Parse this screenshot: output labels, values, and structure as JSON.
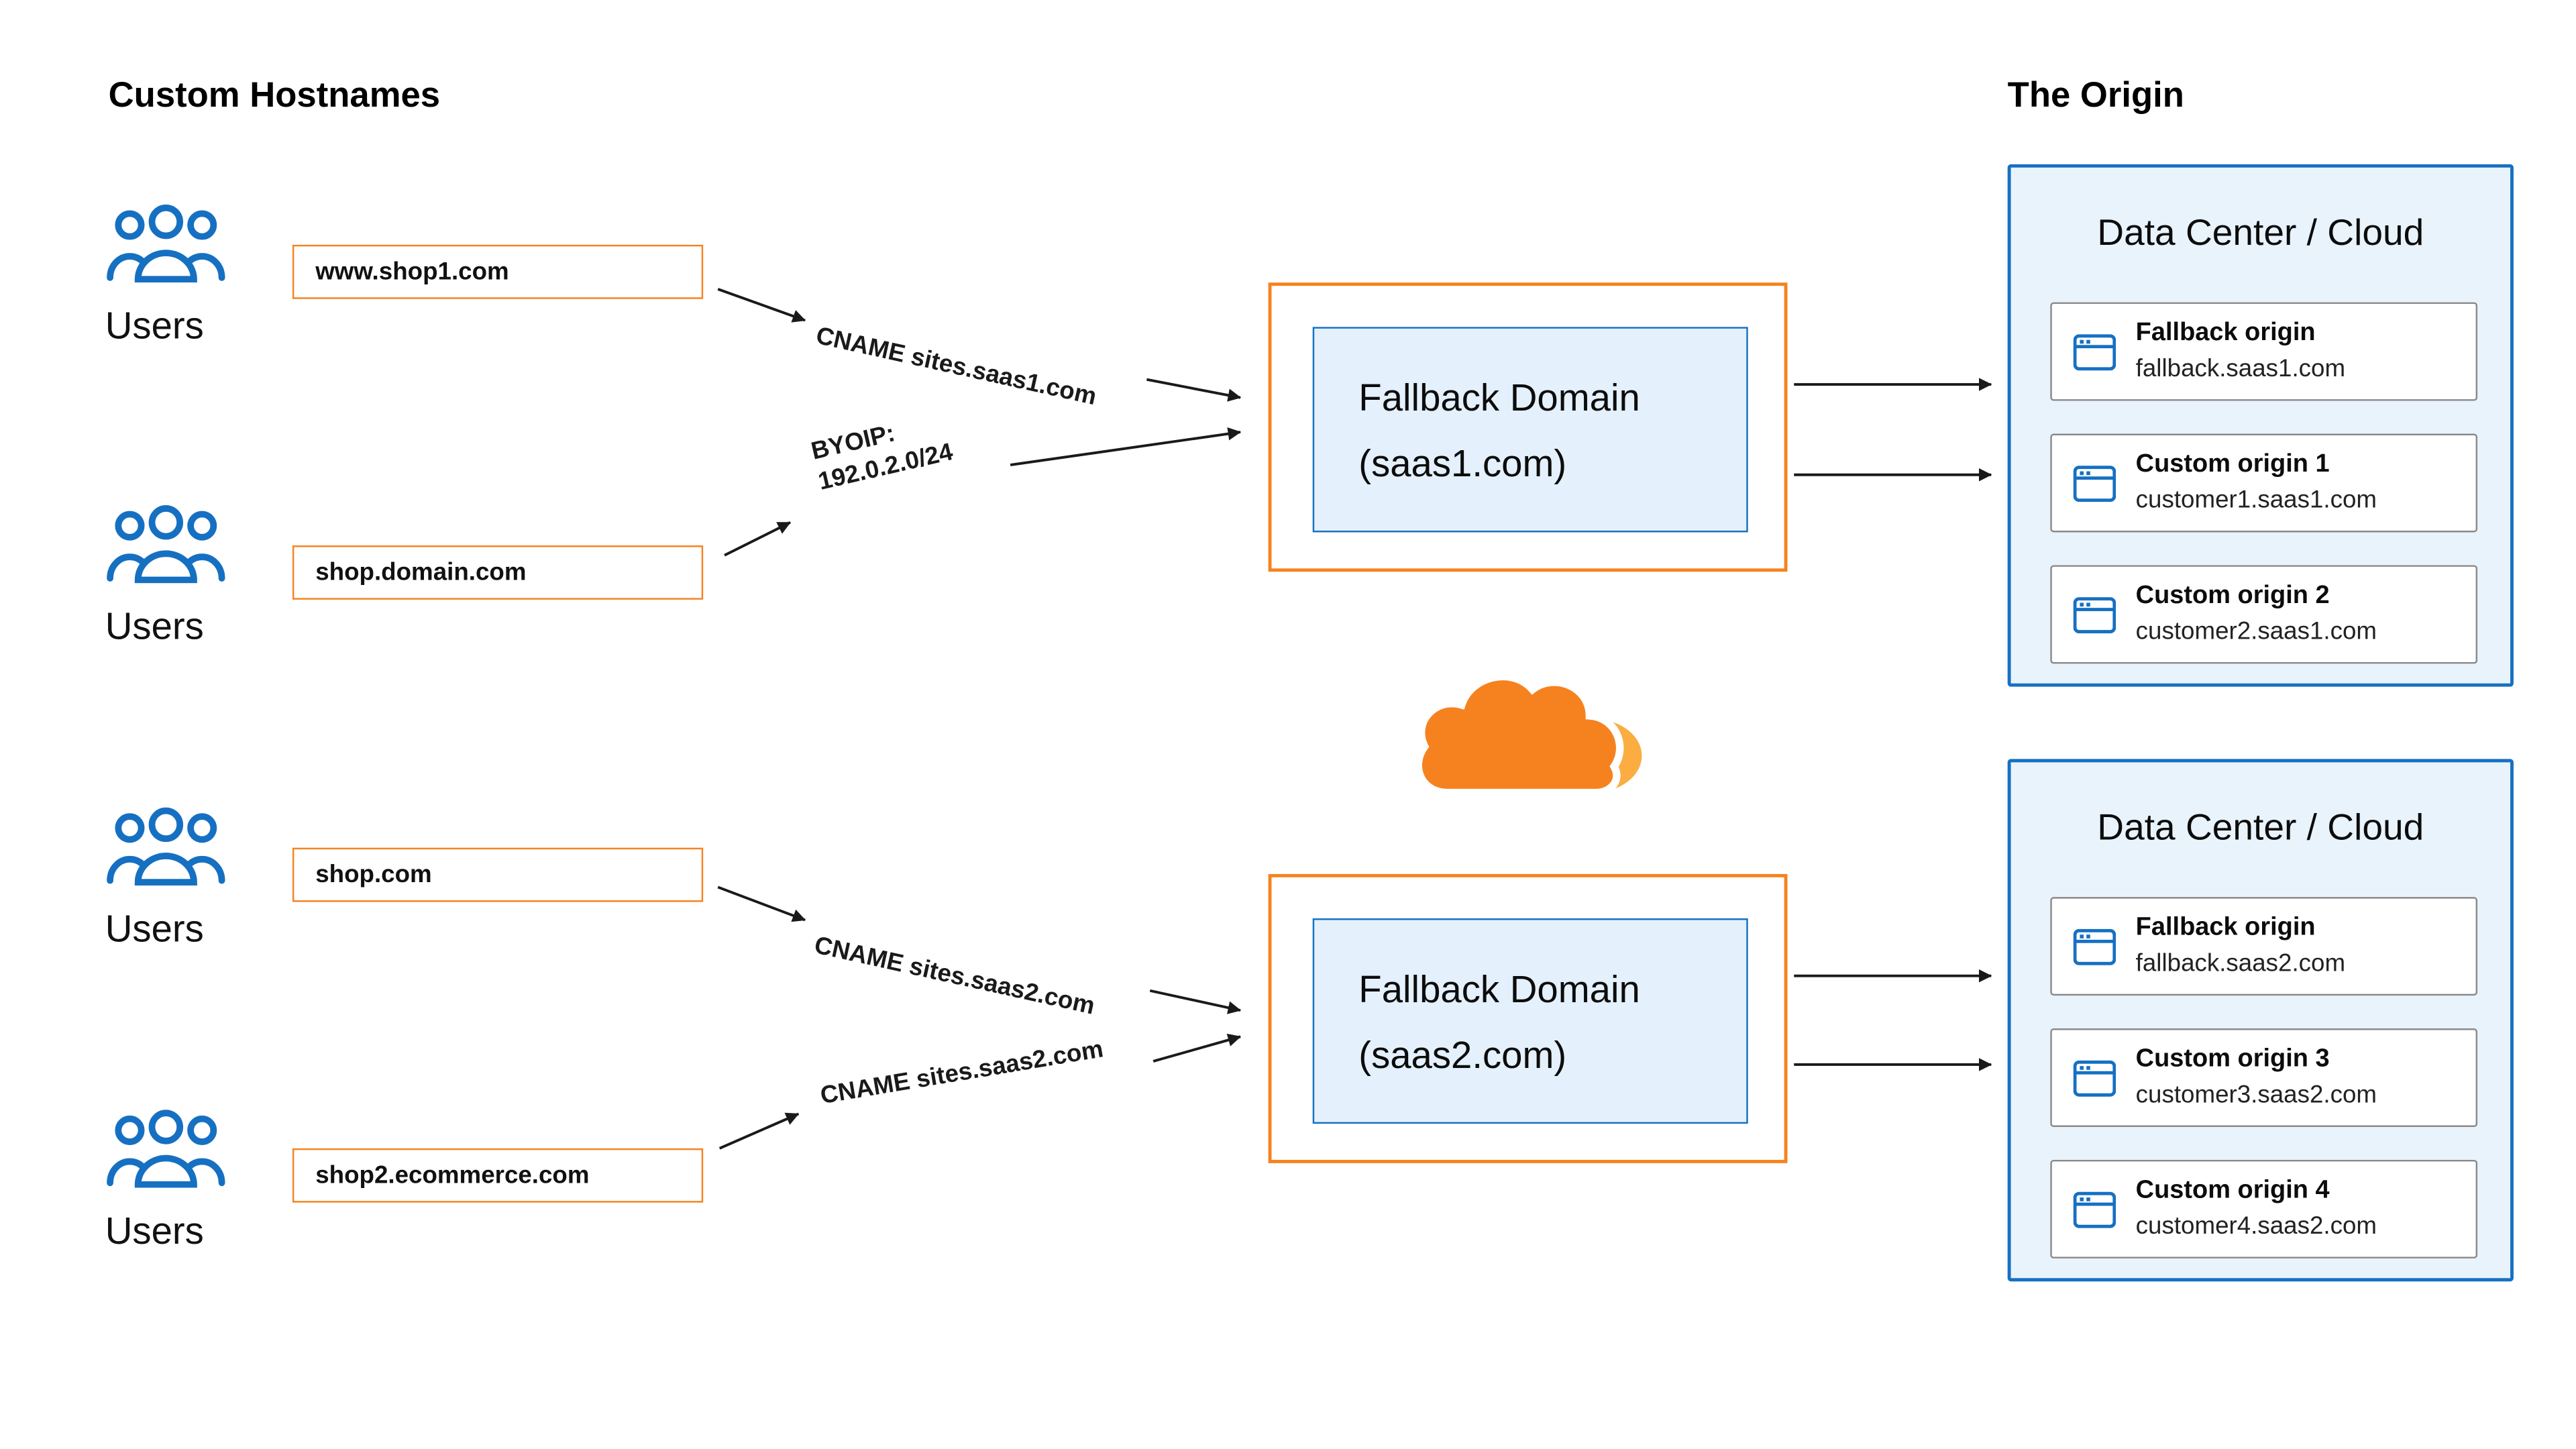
{
  "header": {
    "left_title": "Custom Hostnames",
    "right_title": "The Origin"
  },
  "user_groups": [
    {
      "label": "Users"
    },
    {
      "label": "Users"
    },
    {
      "label": "Users"
    },
    {
      "label": "Users"
    }
  ],
  "hostnames": [
    {
      "text": "www.shop1.com"
    },
    {
      "text": "shop.domain.com"
    },
    {
      "text": "shop.com"
    },
    {
      "text": "shop2.ecommerce.com"
    }
  ],
  "routes": {
    "cname_saas1": "CNAME sites.saas1.com",
    "byoip_label": "BYOIP:",
    "byoip_value": "192.0.2.0/24",
    "cname_saas2_upper": "CNAME sites.saas2.com",
    "cname_saas2_lower": "CNAME sites.saas2.com"
  },
  "fallback_domains": [
    {
      "title": "Fallback Domain",
      "domain": "(saas1.com)"
    },
    {
      "title": "Fallback Domain",
      "domain": "(saas2.com)"
    }
  ],
  "logo": {
    "name": "cloudflare-logo"
  },
  "data_centers": [
    {
      "title": "Data Center / Cloud",
      "origins": [
        {
          "name": "Fallback origin",
          "host": "fallback.saas1.com"
        },
        {
          "name": "Custom origin 1",
          "host": "customer1.saas1.com"
        },
        {
          "name": "Custom origin 2",
          "host": "customer2.saas1.com"
        }
      ]
    },
    {
      "title": "Data Center / Cloud",
      "origins": [
        {
          "name": "Fallback origin",
          "host": "fallback.saas2.com"
        },
        {
          "name": "Custom origin 3",
          "host": "customer3.saas2.com"
        },
        {
          "name": "Custom origin 4",
          "host": "customer4.saas2.com"
        }
      ]
    }
  ],
  "colors": {
    "orange": "#f6821f",
    "light_orange": "#fbad41",
    "blue": "#1670c2",
    "dc_bg": "#e9f3fc",
    "inner_bg": "#e4f0fb",
    "line": "#1a1a1a"
  }
}
